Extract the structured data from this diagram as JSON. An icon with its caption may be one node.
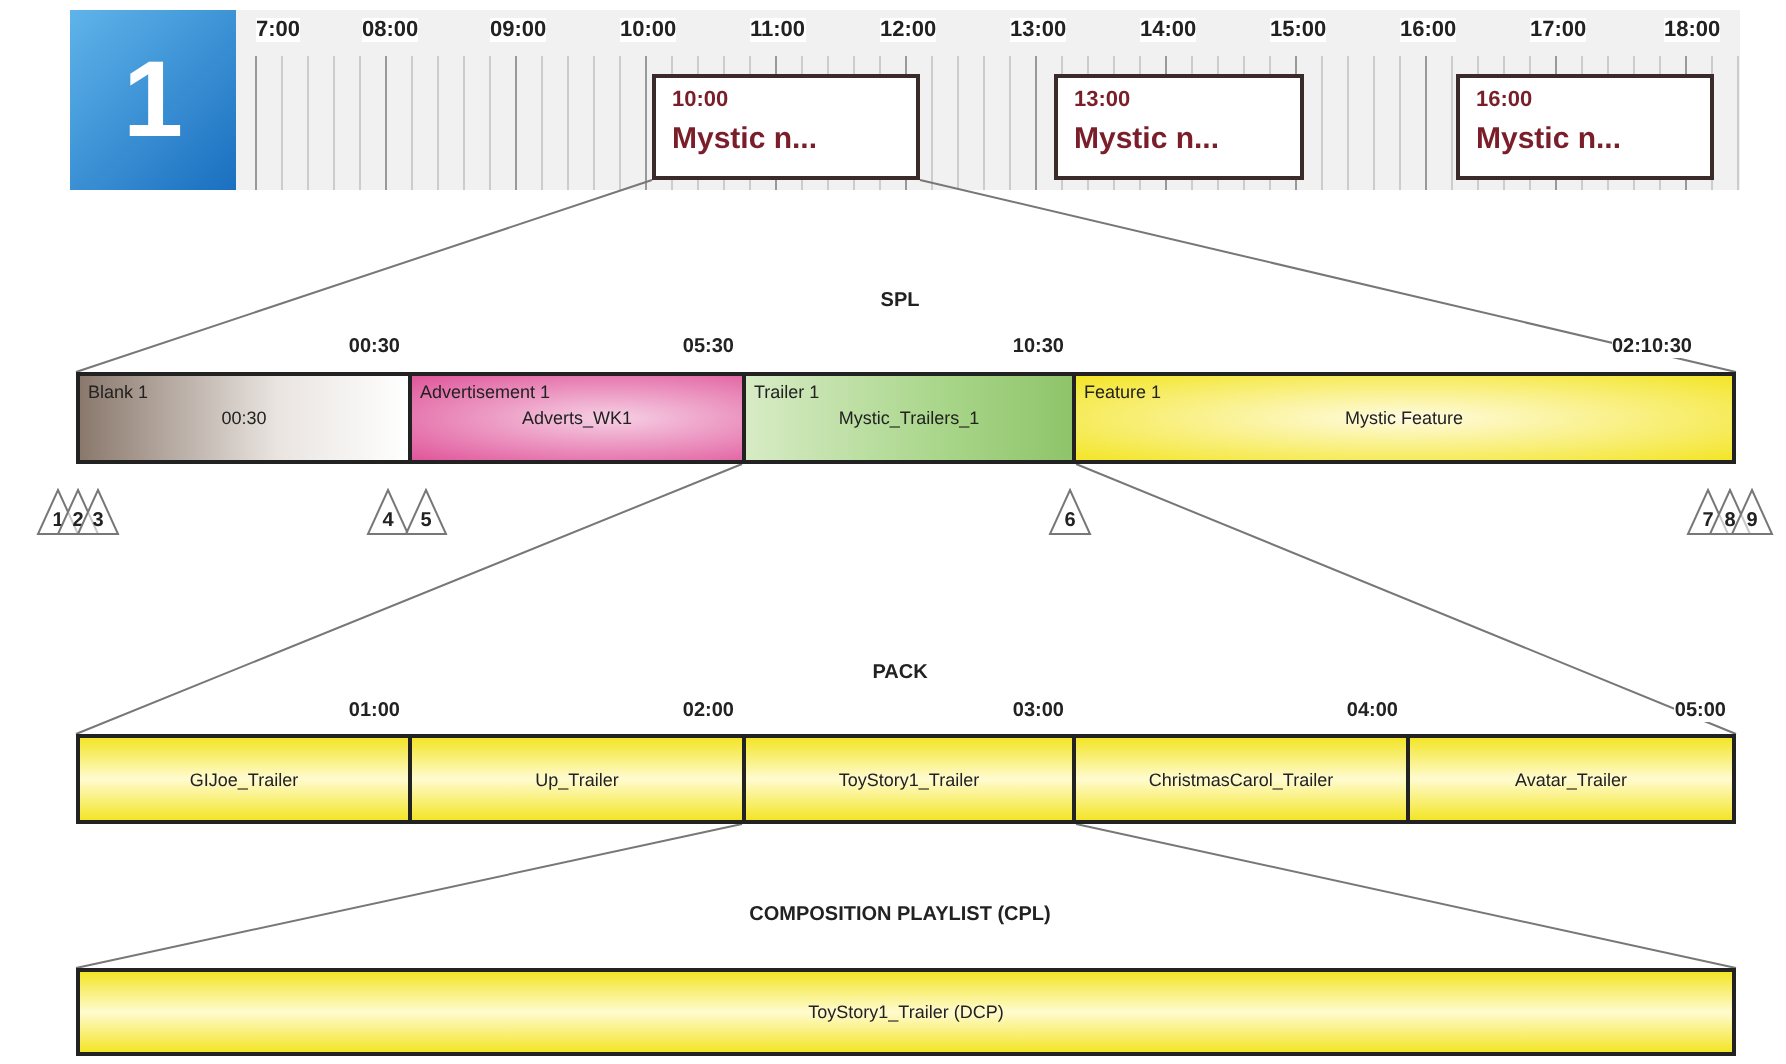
{
  "diagram": {
    "nodes": [
      {
        "text": [
          "1"
        ]
      },
      {
        "text": [
          "10:00",
          "Mystic n..."
        ]
      },
      {
        "text": [
          "13:00",
          "Mystic n..."
        ]
      },
      {
        "text": [
          "16:00",
          "Mystic n..."
        ]
      },
      {
        "text": [
          "Blank 1",
          "00:30"
        ]
      },
      {
        "text": [
          "Advertisement 1",
          "Adverts_WK1"
        ]
      },
      {
        "text": [
          "Trailer 1",
          "Mystic_Trailers_1"
        ]
      },
      {
        "text": [
          "Feature 1",
          "Mystic Feature"
        ]
      },
      {
        "text": [
          "1"
        ]
      },
      {
        "text": [
          "2"
        ]
      },
      {
        "text": [
          "3"
        ]
      },
      {
        "text": [
          "4"
        ]
      },
      {
        "text": [
          "5"
        ]
      },
      {
        "text": [
          "6"
        ]
      },
      {
        "text": [
          "7"
        ]
      },
      {
        "text": [
          "8"
        ]
      },
      {
        "text": [
          "9"
        ]
      },
      {
        "text": [
          "GIJoe_Trailer"
        ]
      },
      {
        "text": [
          "Up_Trailer"
        ]
      },
      {
        "text": [
          "ToyStory1_Trailer"
        ]
      },
      {
        "text": [
          "ChristmasCarol_Trailer"
        ]
      },
      {
        "text": [
          "Avatar_Trailer"
        ]
      },
      {
        "text": [
          "ToyStory1_Trailer (DCP)"
        ]
      }
    ],
    "edges": [
      {
        "from": 1,
        "to": 4,
        "arrow": "none"
      },
      {
        "from": 1,
        "to": 7,
        "arrow": "none"
      },
      {
        "from": 6,
        "to": 17,
        "arrow": "none"
      },
      {
        "from": 6,
        "to": 21,
        "arrow": "none"
      },
      {
        "from": 19,
        "to": 22,
        "arrow": "none"
      },
      {
        "from": 19,
        "to": 22,
        "arrow": "none"
      }
    ],
    "labels": [
      "7:00",
      "08:00",
      "09:00",
      "10:00",
      "11:00",
      "12:00",
      "13:00",
      "14:00",
      "15:00",
      "16:00",
      "17:00",
      "18:00",
      "SPL",
      "00:30",
      "05:30",
      "10:30",
      "02:10:30",
      "PACK",
      "01:00",
      "02:00",
      "03:00",
      "04:00",
      "05:00",
      "COMPOSITION PLAYLIST (CPL)"
    ]
  }
}
